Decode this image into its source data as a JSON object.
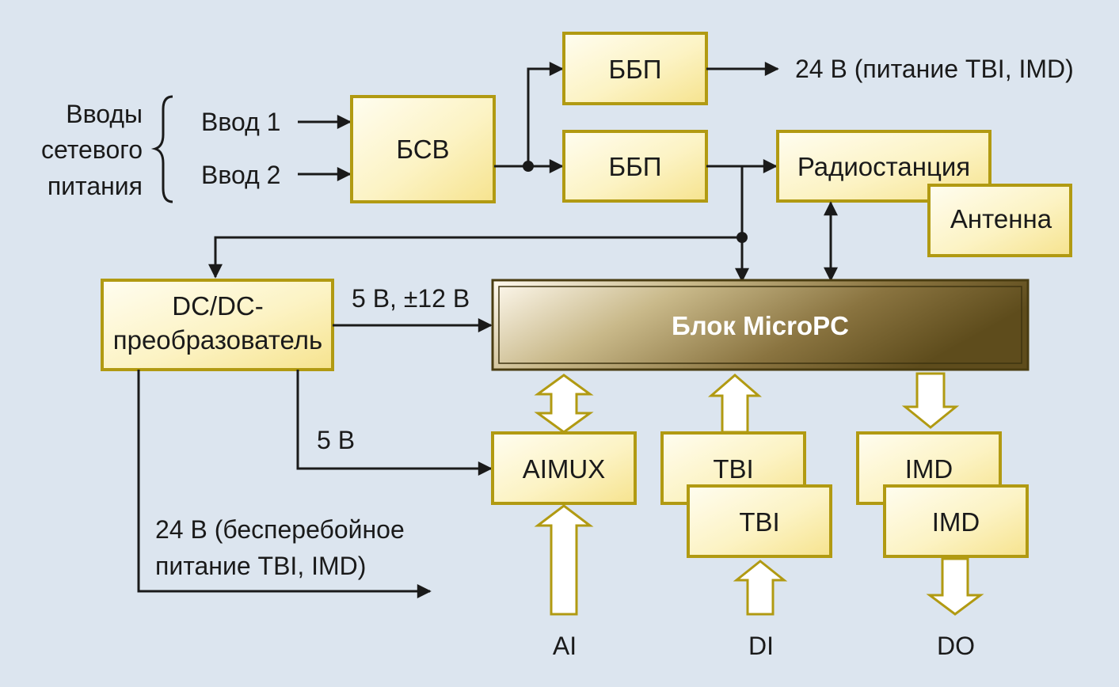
{
  "inputs_group": {
    "label_lines": [
      "Вводы",
      "сетевого",
      "питания"
    ],
    "input1": "Ввод 1",
    "input2": "Ввод 2"
  },
  "blocks": {
    "bsv": "БСВ",
    "bbp_top": "ББП",
    "bbp_bottom": "ББП",
    "radio": "Радиостанция",
    "antenna": "Антенна",
    "dcdc_lines": [
      "DC/DC-",
      "преобразователь"
    ],
    "micropc": "Блок MicroPC",
    "aimux": "AIMUX",
    "tbi_back": "TBI",
    "tbi_front": "TBI",
    "imd_back": "IMD",
    "imd_front": "IMD"
  },
  "labels": {
    "out_24v": "24 В (питание TBI, IMD)",
    "dcdc_out": "5 В, ±12 В",
    "aimux_power": "5 В",
    "ups_lines": [
      "24 В (бесперебойное",
      "питание TBI, IMD)"
    ],
    "ai": "AI",
    "di": "DI",
    "do": "DO"
  },
  "colors": {
    "background": "#dce5ef",
    "box_border": "#b19a12",
    "box_fill_light": "#fffdf0",
    "box_fill_dark": "#f6e49a",
    "micropc_dark": "#6b5a22"
  }
}
